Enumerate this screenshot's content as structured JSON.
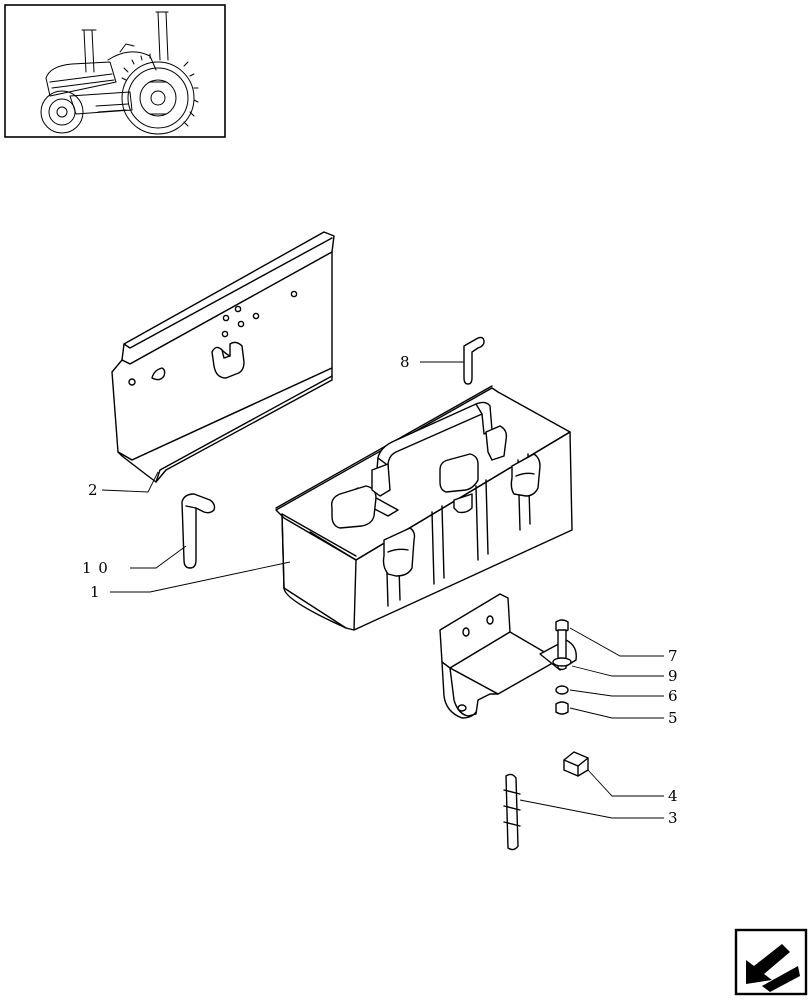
{
  "callouts": [
    {
      "id": "c1",
      "label": "1"
    },
    {
      "id": "c2",
      "label": "2"
    },
    {
      "id": "c3",
      "label": "3"
    },
    {
      "id": "c4",
      "label": "4"
    },
    {
      "id": "c5",
      "label": "5"
    },
    {
      "id": "c6",
      "label": "6"
    },
    {
      "id": "c7",
      "label": "7"
    },
    {
      "id": "c8",
      "label": "8"
    },
    {
      "id": "c9",
      "label": "9"
    },
    {
      "id": "c10",
      "label": "1 0"
    }
  ],
  "icons": {
    "thumbnail": "tractor-thumbnail-icon",
    "navigation": "next-page-arrow-icon"
  }
}
